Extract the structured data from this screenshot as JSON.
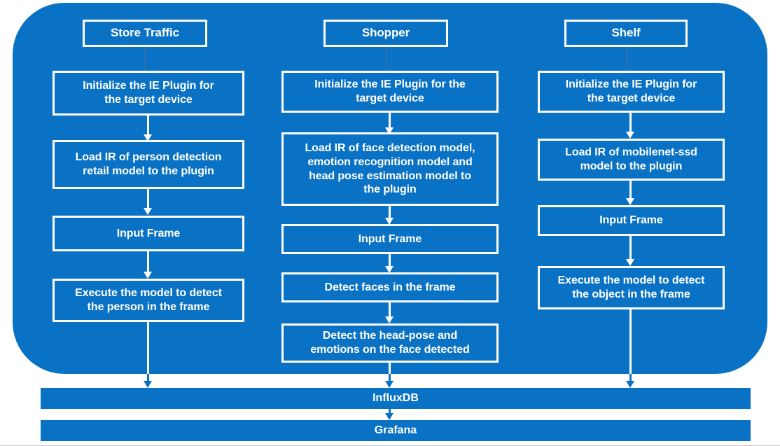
{
  "diagram": {
    "title_hidden": "",
    "panel_color": "#0a72c4",
    "box_border_color": "#ffffff",
    "text_color": "#ffffff"
  },
  "columns": [
    {
      "id": "store-traffic",
      "header": "Store Traffic",
      "steps": [
        "Initialize the IE Plugin for\nthe target device",
        "Load IR of person detection\nretail model to the plugin",
        "Input Frame",
        "Execute the model to detect\nthe person in the frame"
      ]
    },
    {
      "id": "shopper",
      "header": "Shopper",
      "steps": [
        "Initialize the IE Plugin for the\ntarget device",
        "Load IR of face detection model,\nemotion recognition model and\nhead pose estimation model to\nthe plugin",
        "Input Frame",
        "Detect faces in the frame",
        "Detect the head-pose and\nemotions on the face detected"
      ]
    },
    {
      "id": "shelf",
      "header": "Shelf",
      "steps": [
        "Initialize the IE Plugin for\nthe target device",
        "Load IR of mobilenet-ssd\nmodel to the plugin",
        "Input Frame",
        "Execute the model to detect\nthe object in the frame"
      ]
    }
  ],
  "sinks": [
    {
      "id": "influxdb",
      "label": "InfluxDB"
    },
    {
      "id": "grafana",
      "label": "Grafana"
    }
  ]
}
